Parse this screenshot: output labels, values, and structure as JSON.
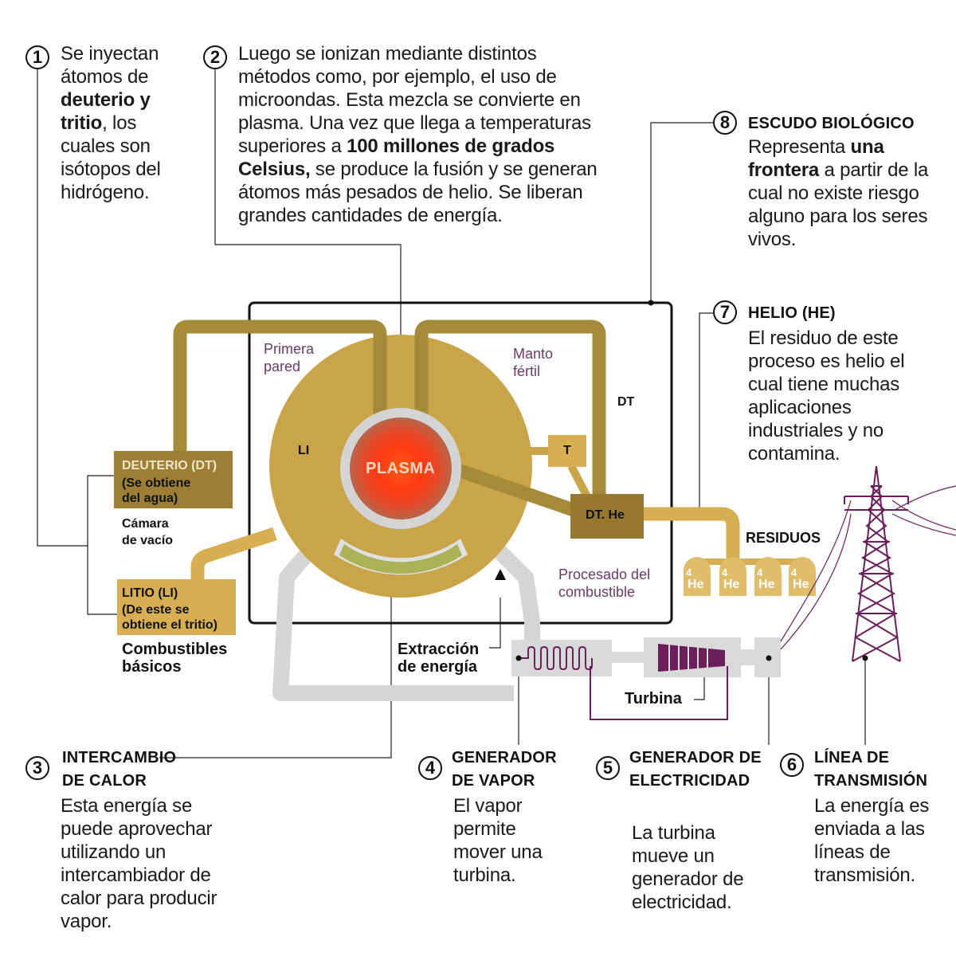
{
  "steps": {
    "s1": {
      "number": "1",
      "pre": "Se inyectan átomos de ",
      "bold": "deuterio y tritio",
      "post": ", los cuales son isótopos del hidrógeno."
    },
    "s2": {
      "number": "2",
      "pre": "Luego se ionizan mediante distintos métodos como, por ejemplo, el uso de microondas. Esta mezcla se convierte en plasma. Una vez que llega a temperaturas superiores a ",
      "bold": "100 millones de grados Celsius,",
      "post": " se produce la fusión y se generan átomos más pesados de helio. Se liberan grandes cantidades de energía."
    },
    "s3": {
      "number": "3",
      "title_line1": "INTERCAMBIO",
      "title_line2": "DE CALOR",
      "text": "Esta energía se puede aprovechar utilizando un intercambiador de calor para producir vapor."
    },
    "s4": {
      "number": "4",
      "title_line1": "GENERADOR",
      "title_line2": "DE VAPOR",
      "text": "El vapor permite mover una turbina."
    },
    "s5": {
      "number": "5",
      "title_line1": "GENERADOR DE",
      "title_line2": "ELECTRICIDAD",
      "text": "La turbina mueve un generador de electricidad."
    },
    "s6": {
      "number": "6",
      "title_line1": "LÍNEA DE",
      "title_line2": "TRANSMISIÓN",
      "text": "La energía es enviada a las líneas de transmisión."
    },
    "s7": {
      "number": "7",
      "title": "HELIO (HE)",
      "text": "El residuo de este proceso es helio el cual tiene muchas aplicaciones industriales y no contamina."
    },
    "s8": {
      "number": "8",
      "title": "ESCUDO BIOLÓGICO",
      "pre": "Representa ",
      "bold": "una frontera",
      "post": " a partir de la cual no existe riesgo alguno para los seres vivos."
    }
  },
  "labels": {
    "plasma": "PLASMA",
    "primera_pared_1": "Primera",
    "primera_pared_2": "pared",
    "manto_1": "Manto",
    "manto_2": "fértil",
    "li": "LI",
    "dt": "DT",
    "t": "T",
    "dthe": "DT. He",
    "residuos": "RESIDUOS",
    "procesado_1": "Procesado del",
    "procesado_2": "combustible",
    "extraccion_1": "Extracción",
    "extraccion_2": "de energía",
    "turbina": "Turbina",
    "camara_1": "Cámara",
    "camara_2": "de vacío",
    "combustibles_1": "Combustibles",
    "combustibles_2": "básicos",
    "deuterio_1": "DEUTERIO (DT)",
    "deuterio_2": "(Se obtiene",
    "deuterio_3": "del agua)",
    "litio_1": "LITIO (LI)",
    "litio_2": "(De este se",
    "litio_3": "obtiene el tritio)",
    "he_mass": "4",
    "he_symbol": "He"
  },
  "colors": {
    "mantle": "#c9a448",
    "pipe": "#a58a3a",
    "deuterio_box": "#9c7e35",
    "litio_box": "#d7ae52",
    "dthe_box": "#98782f",
    "first_wall": "#d4d4d4",
    "plasma_core": "#ff3a12",
    "plasma_glow": "#c6673e",
    "divertor": "#a9b255",
    "loop": "#d5d5d5",
    "purple": "#6a1f5a",
    "residue_tank": "#e0bd6b",
    "box_text_light": "#f2e6c6"
  }
}
